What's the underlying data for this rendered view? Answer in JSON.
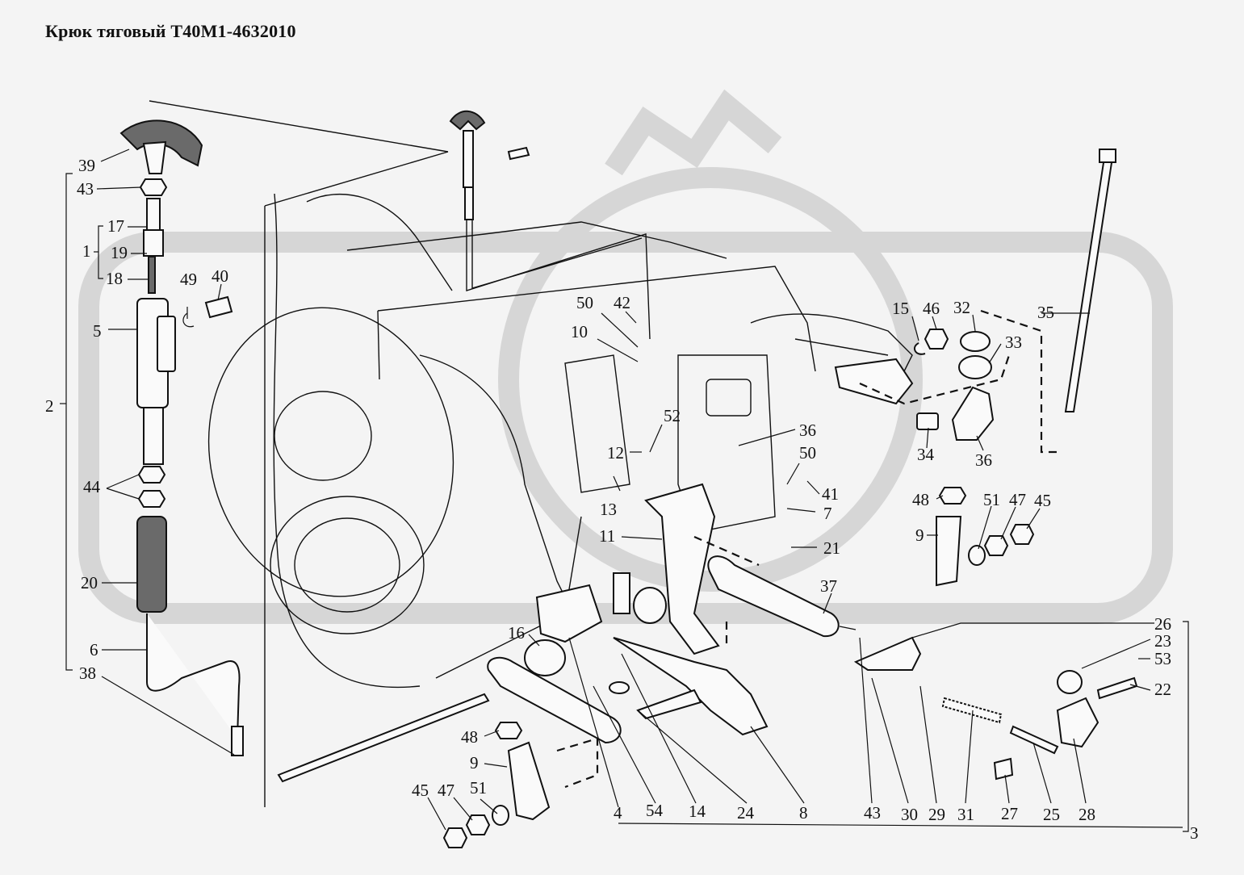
{
  "title": "Крюк тяговый Т40М1-4632010",
  "watermark": {
    "color": "#d6d6d6"
  },
  "callouts": [
    {
      "id": "c39",
      "text": "39"
    },
    {
      "id": "c43a",
      "text": "43"
    },
    {
      "id": "c17",
      "text": "17"
    },
    {
      "id": "c1",
      "text": "1"
    },
    {
      "id": "c19",
      "text": "19"
    },
    {
      "id": "c18",
      "text": "18"
    },
    {
      "id": "c49",
      "text": "49"
    },
    {
      "id": "c40",
      "text": "40"
    },
    {
      "id": "c5",
      "text": "5"
    },
    {
      "id": "c2",
      "text": "2"
    },
    {
      "id": "c44",
      "text": "44"
    },
    {
      "id": "c20",
      "text": "20"
    },
    {
      "id": "c6",
      "text": "6"
    },
    {
      "id": "c38",
      "text": "38"
    },
    {
      "id": "c50a",
      "text": "50"
    },
    {
      "id": "c42",
      "text": "42"
    },
    {
      "id": "c10",
      "text": "10"
    },
    {
      "id": "c52",
      "text": "52"
    },
    {
      "id": "c12",
      "text": "12"
    },
    {
      "id": "c13",
      "text": "13"
    },
    {
      "id": "c11",
      "text": "11"
    },
    {
      "id": "c36a",
      "text": "36"
    },
    {
      "id": "c50b",
      "text": "50"
    },
    {
      "id": "c41",
      "text": "41"
    },
    {
      "id": "c7",
      "text": "7"
    },
    {
      "id": "c21",
      "text": "21"
    },
    {
      "id": "c37",
      "text": "37"
    },
    {
      "id": "c15",
      "text": "15"
    },
    {
      "id": "c46",
      "text": "46"
    },
    {
      "id": "c32",
      "text": "32"
    },
    {
      "id": "c33",
      "text": "33"
    },
    {
      "id": "c35",
      "text": "35"
    },
    {
      "id": "c34",
      "text": "34"
    },
    {
      "id": "c36b",
      "text": "36"
    },
    {
      "id": "c48a",
      "text": "48"
    },
    {
      "id": "c51a",
      "text": "51"
    },
    {
      "id": "c47a",
      "text": "47"
    },
    {
      "id": "c45a",
      "text": "45"
    },
    {
      "id": "c9a",
      "text": "9"
    },
    {
      "id": "c16",
      "text": "16"
    },
    {
      "id": "c26",
      "text": "26"
    },
    {
      "id": "c23",
      "text": "23"
    },
    {
      "id": "c53",
      "text": "53"
    },
    {
      "id": "c22",
      "text": "22"
    },
    {
      "id": "c48b",
      "text": "48"
    },
    {
      "id": "c9b",
      "text": "9"
    },
    {
      "id": "c45b",
      "text": "45"
    },
    {
      "id": "c47b",
      "text": "47"
    },
    {
      "id": "c51b",
      "text": "51"
    },
    {
      "id": "c4",
      "text": "4"
    },
    {
      "id": "c54",
      "text": "54"
    },
    {
      "id": "c14",
      "text": "14"
    },
    {
      "id": "c24",
      "text": "24"
    },
    {
      "id": "c8",
      "text": "8"
    },
    {
      "id": "c43b",
      "text": "43"
    },
    {
      "id": "c30",
      "text": "30"
    },
    {
      "id": "c29",
      "text": "29"
    },
    {
      "id": "c31",
      "text": "31"
    },
    {
      "id": "c27",
      "text": "27"
    },
    {
      "id": "c25",
      "text": "25"
    },
    {
      "id": "c28",
      "text": "28"
    },
    {
      "id": "c3",
      "text": "3"
    }
  ]
}
